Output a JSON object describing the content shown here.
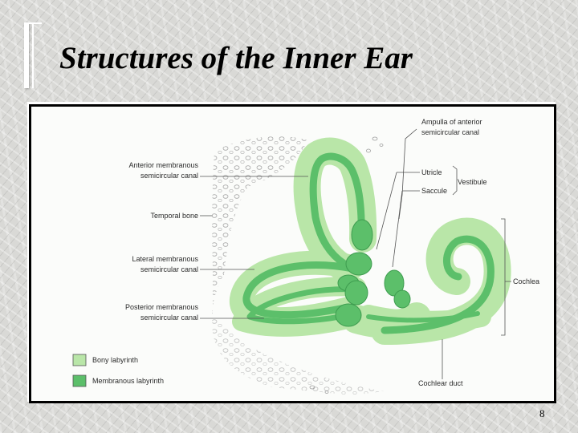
{
  "slide": {
    "title": "Structures of the Inner Ear",
    "page_number": "8"
  },
  "diagram": {
    "labels": {
      "anterior_membranous": [
        "Anterior membranous",
        "semicircular canal"
      ],
      "temporal_bone": "Temporal bone",
      "lateral_membranous": [
        "Lateral membranous",
        "semicircular canal"
      ],
      "posterior_membranous": [
        "Posterior membranous",
        "semicircular canal"
      ],
      "ampulla": [
        "Ampulla of anterior",
        "semicircular canal"
      ],
      "utricle": "Utricle",
      "saccule": "Saccule",
      "vestibule": "Vestibule",
      "cochlea": "Cochlea",
      "cochlear_duct": "Cochlear duct"
    },
    "legend": [
      {
        "label": "Bony labyrinth",
        "color": "#b9e6a8"
      },
      {
        "label": "Membranous labyrinth",
        "color": "#5cbf6a"
      }
    ],
    "colors": {
      "bony": "#b9e6a8",
      "membranous": "#5cbf6a",
      "membranous_dark": "#3e9c4f"
    }
  }
}
